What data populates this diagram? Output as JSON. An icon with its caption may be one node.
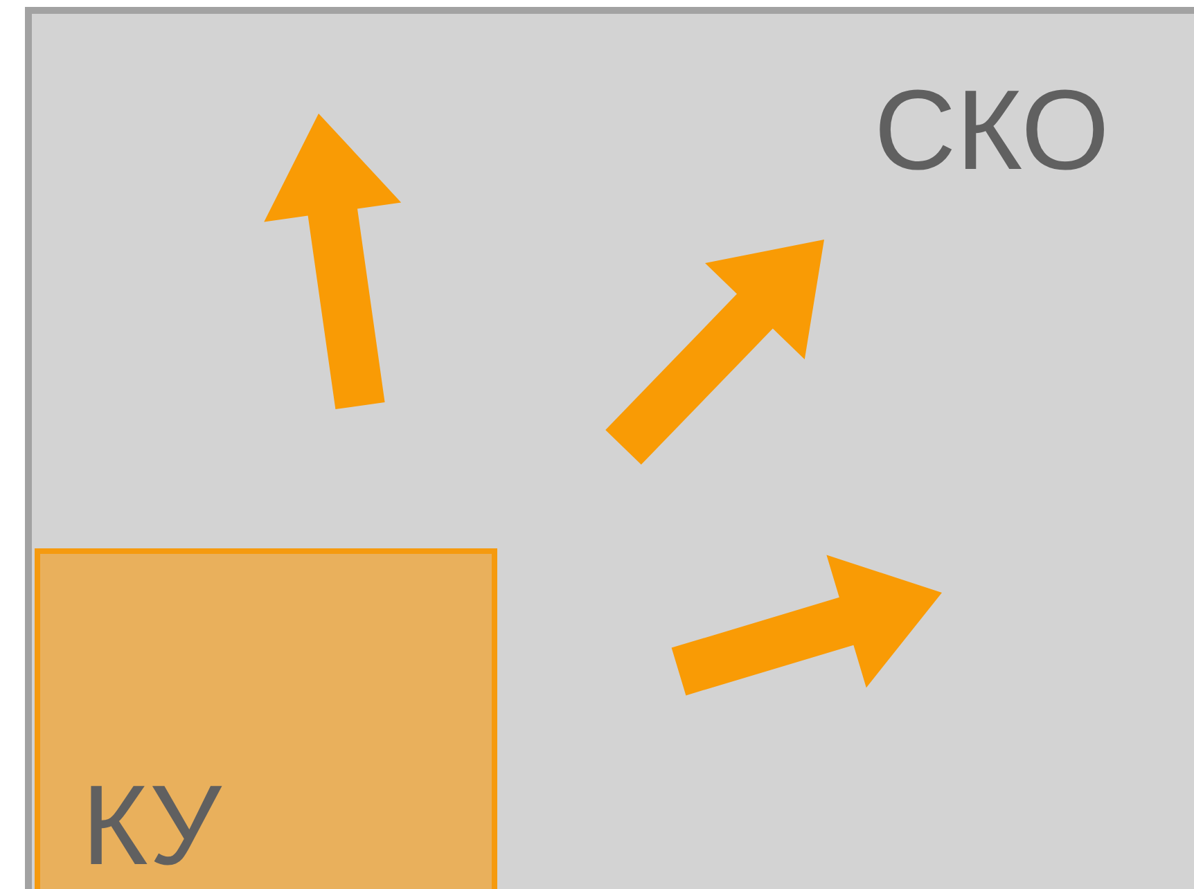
{
  "diagram": {
    "nodes": [
      {
        "text": [
          "СКО"
        ]
      },
      {
        "text": [
          "КУ"
        ],
        "in": 0
      }
    ]
  }
}
